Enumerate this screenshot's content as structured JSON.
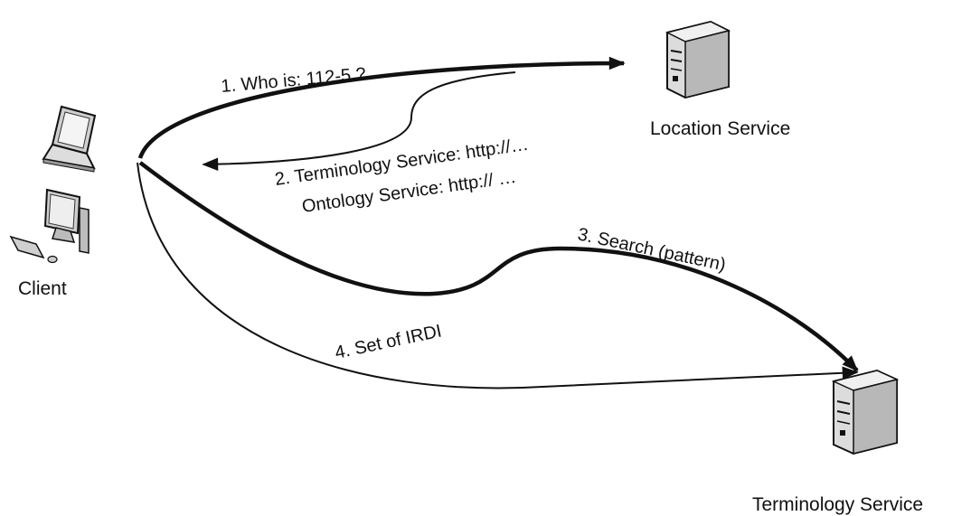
{
  "nodes": {
    "client": {
      "label": "Client",
      "icon": "laptop-and-desktop-icon"
    },
    "location_service": {
      "label": "Location Service",
      "icon": "server-icon"
    },
    "terminology_service": {
      "label": "Terminology Service",
      "icon": "server-icon"
    }
  },
  "messages": {
    "m1": "1. Who is: 112-5 ?",
    "m2_line1": "2. Terminology Service:  http://…",
    "m2_line2": "Ontology Service: http://  …",
    "m3": "3. Search (pattern)",
    "m4": "4. Set of IRDI"
  },
  "colors": {
    "ink": "#111111",
    "server_body": "#dcdcdc",
    "screen": "#c8c8c8"
  }
}
